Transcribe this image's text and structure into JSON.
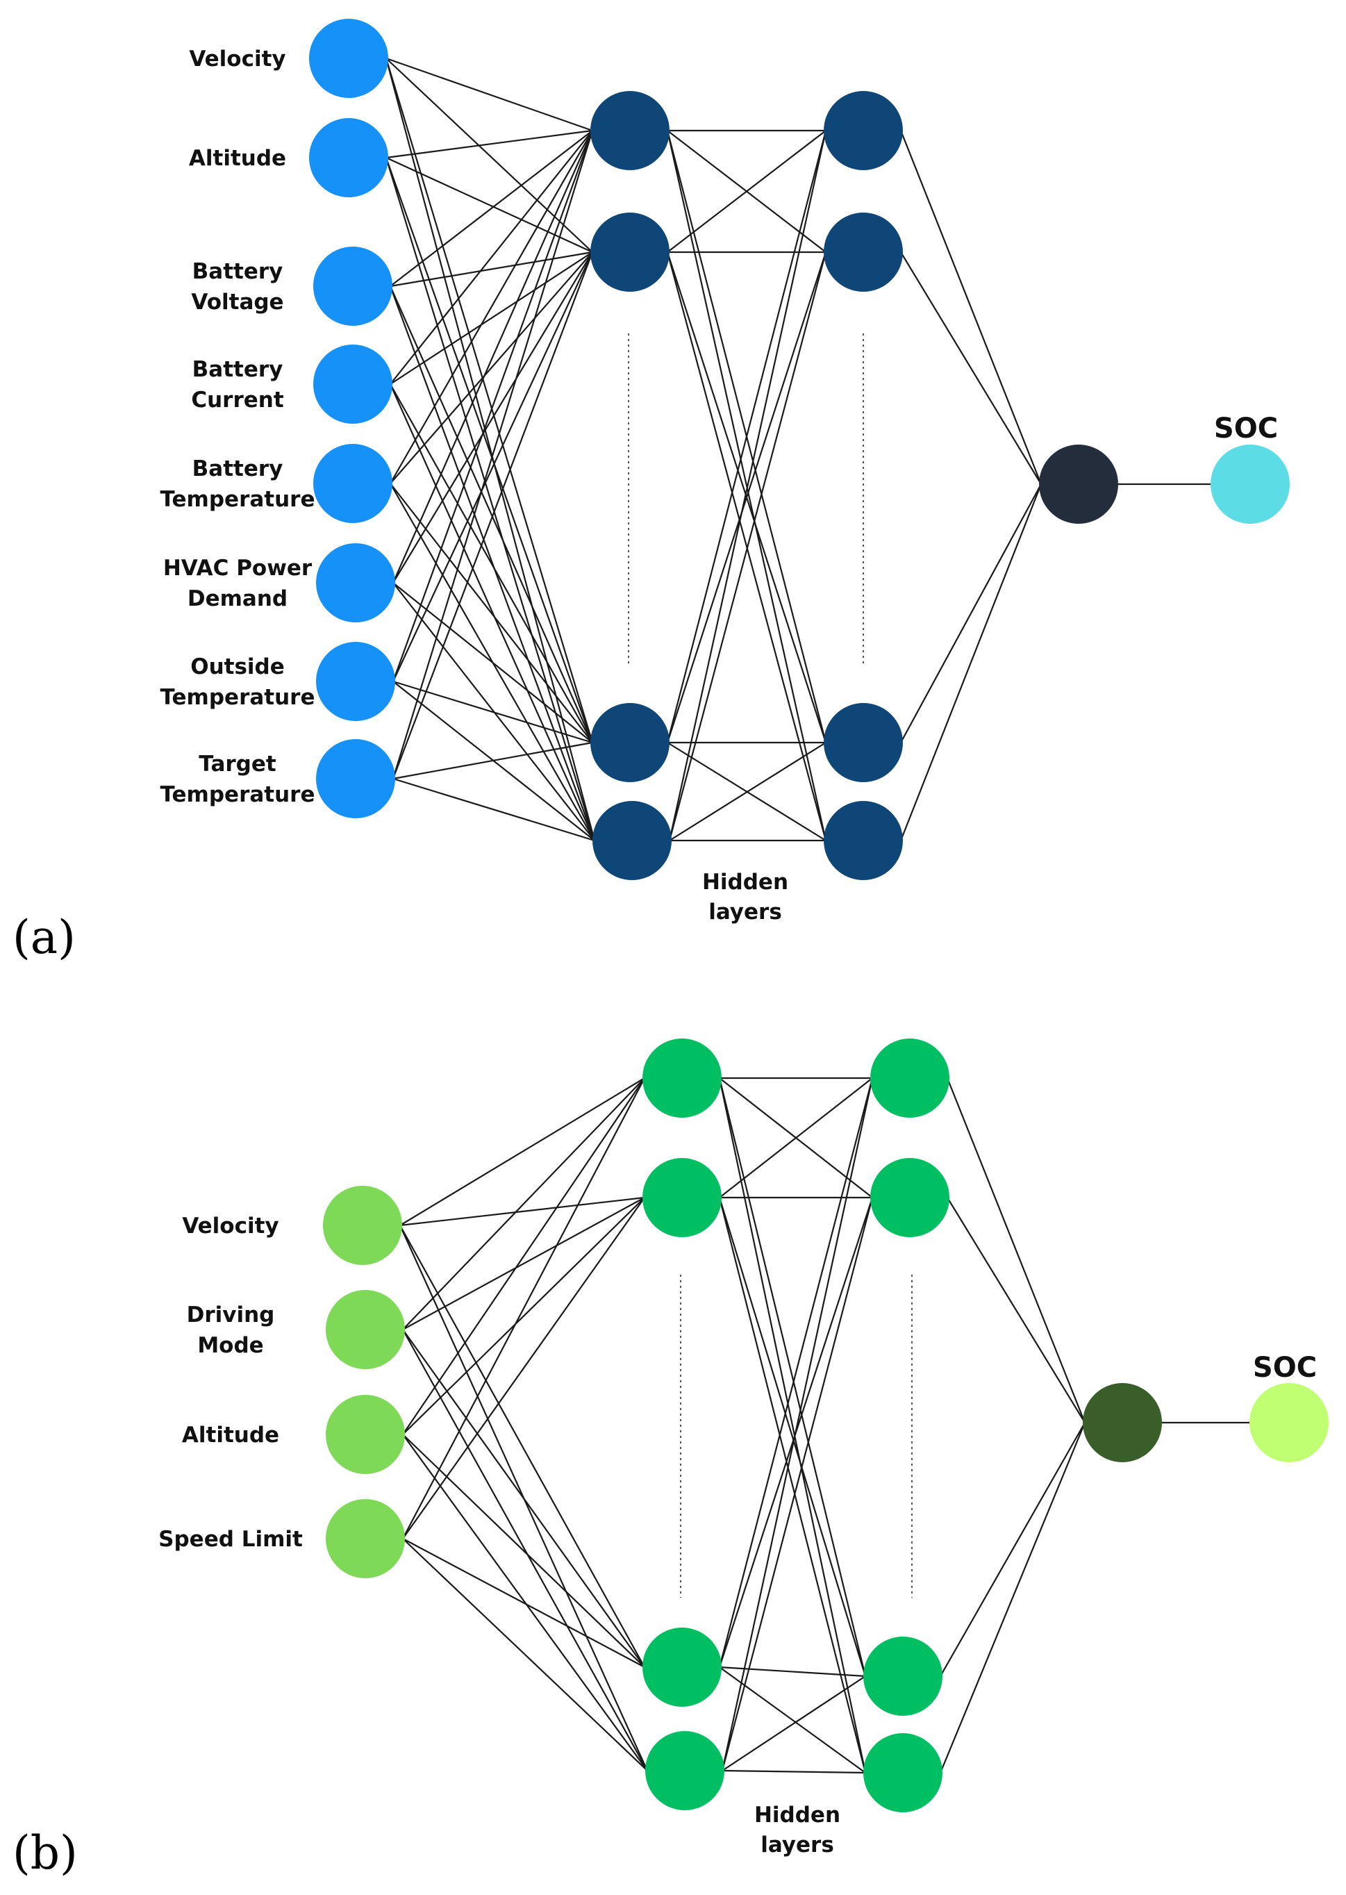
{
  "panels": [
    {
      "id": "a",
      "panel_label": "(a)",
      "input_labels": [
        [
          "Velocity"
        ],
        [
          "Altitude"
        ],
        [
          "Battery",
          "Voltage"
        ],
        [
          "Battery",
          "Current"
        ],
        [
          "Battery",
          "Temperature"
        ],
        [
          "HVAC Power",
          "Demand"
        ],
        [
          "Outside",
          "Temperature"
        ],
        [
          "Target",
          "Temperature"
        ]
      ],
      "hidden_label": [
        "Hidden",
        "layers"
      ],
      "output_label": "SOC",
      "colors": {
        "input": "#1591F8",
        "hidden": "#0E4677",
        "pre_output": "#232D3B",
        "output": "#5CDDE6"
      }
    },
    {
      "id": "b",
      "panel_label": "(b)",
      "input_labels": [
        [
          "Velocity"
        ],
        [
          "Driving",
          "Mode"
        ],
        [
          "Altitude"
        ],
        [
          "Speed Limit"
        ]
      ],
      "hidden_label": [
        "Hidden",
        "layers"
      ],
      "output_label": "SOC",
      "colors": {
        "input": "#7ED957",
        "hidden": "#00BF63",
        "pre_output": "#3A5E2A",
        "output": "#C1FF72"
      }
    }
  ]
}
